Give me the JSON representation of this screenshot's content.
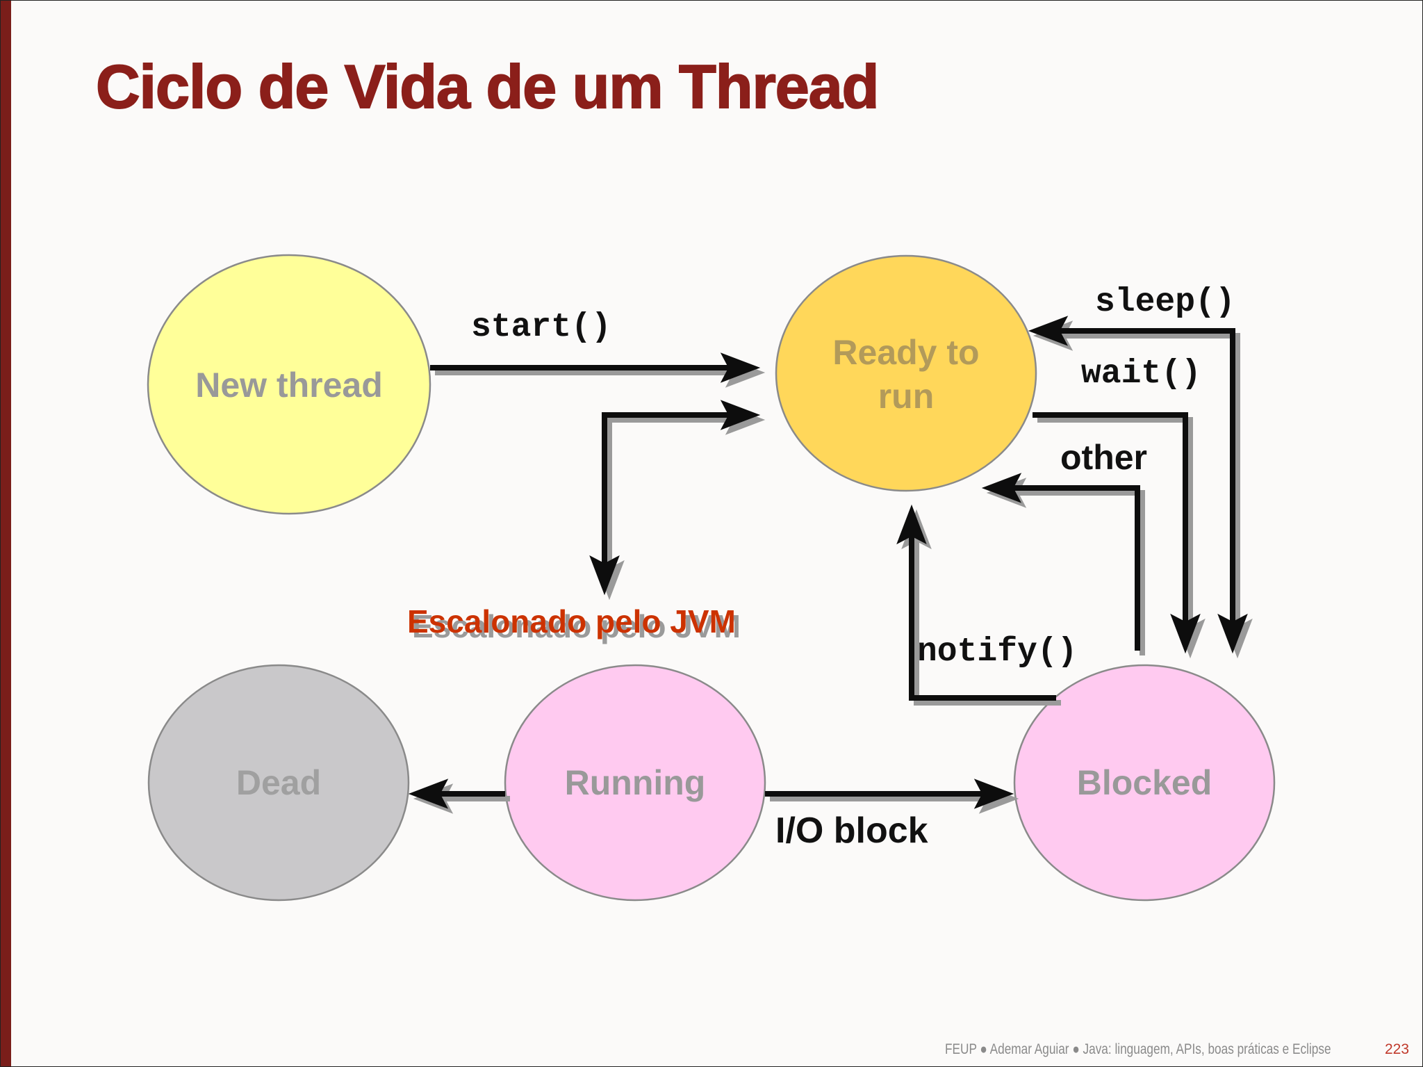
{
  "title": "Ciclo de Vida de um Thread",
  "states": {
    "new": "New thread",
    "ready": [
      "Ready to",
      "run"
    ],
    "running": "Running",
    "blocked": "Blocked",
    "dead": "Dead"
  },
  "transitions": {
    "start": "start()",
    "sleep": "sleep()",
    "wait": "wait()",
    "other": "other",
    "notify": "notify()",
    "io_block": "I/O block",
    "scheduled": "Escalonado pelo JVM"
  },
  "footer": {
    "text": "FEUP ● Ademar Aguiar ● Java: linguagem, APIs, boas práticas e Eclipse",
    "page": "223"
  },
  "colors": {
    "title": "#8b1f1a",
    "new_fill": "#ffff99",
    "ready_fill": "#ffd75a",
    "running_fill": "#ffcaf0",
    "blocked_fill": "#ffcaf0",
    "dead_fill": "#c9c8ca",
    "state_text": "#999999",
    "scheduled_text": "#cc3300"
  }
}
